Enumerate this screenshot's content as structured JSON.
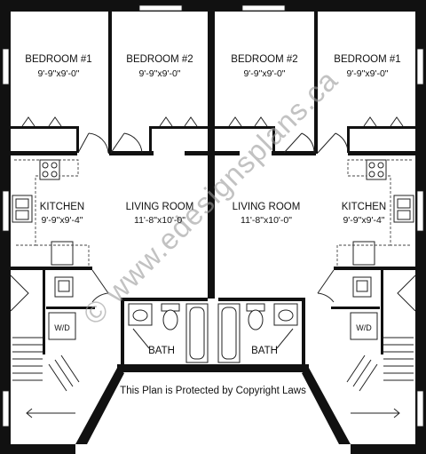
{
  "rooms": {
    "bed1_left": {
      "name": "BEDROOM #1",
      "dim": "9'-9\"x9'-0\""
    },
    "bed2_left": {
      "name": "BEDROOM #2",
      "dim": "9'-9\"x9'-0\""
    },
    "bed2_right": {
      "name": "BEDROOM #2",
      "dim": "9'-9\"x9'-0\""
    },
    "bed1_right": {
      "name": "BEDROOM #1",
      "dim": "9'-9\"x9'-0\""
    },
    "kitchen_left": {
      "name": "KITCHEN",
      "dim": "9'-9\"x9'-4\""
    },
    "living_left": {
      "name": "LIVING ROOM",
      "dim": "11'-8\"x10'-0\""
    },
    "living_right": {
      "name": "LIVING ROOM",
      "dim": "11'-8\"x10'-0\""
    },
    "kitchen_right": {
      "name": "KITCHEN",
      "dim": "9'-9\"x9'-4\""
    },
    "bath_left": {
      "name": "BATH"
    },
    "bath_right": {
      "name": "BATH"
    },
    "wd_left": {
      "name": "W/D"
    },
    "wd_right": {
      "name": "W/D"
    }
  },
  "watermark": "© www.edesignsplans.ca",
  "copyright": "This Plan is Protected by Copyright Laws"
}
